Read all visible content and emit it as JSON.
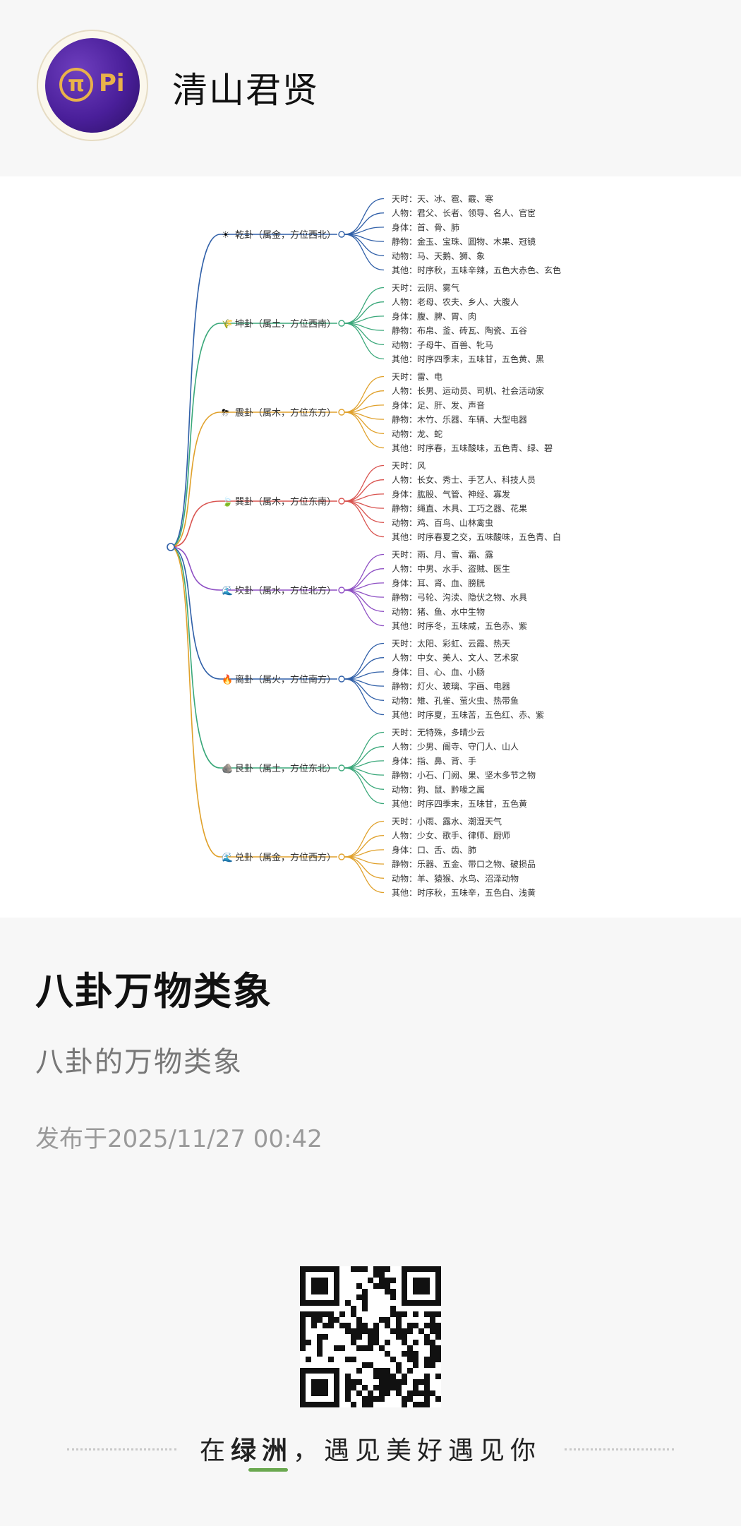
{
  "header": {
    "avatar_text": "Pi",
    "author": "清山君贤"
  },
  "article": {
    "title": "八卦万物类象",
    "subtitle": "八卦的万物类象",
    "published": "发布于2025/11/27 00:42"
  },
  "footer": {
    "slogan_prefix": "在",
    "slogan_brand": "绿洲",
    "slogan_suffix": "，遇见美好遇见你"
  },
  "mindmap": {
    "branches": [
      {
        "icon": "☀",
        "label": "乾卦（属金，方位西北）",
        "color": "#2f5fa8",
        "items": [
          "天时：天、冰、雹、霰、寒",
          "人物：君父、长者、领导、名人、官宦",
          "身体：首、骨、肺",
          "静物：金玉、宝珠、圆物、木果、冠镜",
          "动物：马、天鹅、狮、象",
          "其他：时序秋，五味辛辣，五色大赤色、玄色"
        ]
      },
      {
        "icon": "🌾",
        "label": "坤卦（属土，方位西南）",
        "color": "#3aa87a",
        "items": [
          "天时：云阴、雾气",
          "人物：老母、农夫、乡人、大腹人",
          "身体：腹、脾、胃、肉",
          "静物：布帛、釜、砖瓦、陶瓷、五谷",
          "动物：子母牛、百兽、牝马",
          "其他：时序四季末，五味甘，五色黄、黑"
        ]
      },
      {
        "icon": "⛈",
        "label": "震卦（属木，方位东方）",
        "color": "#e0a12b",
        "items": [
          "天时：雷、电",
          "人物：长男、运动员、司机、社会活动家",
          "身体：足、肝、发、声音",
          "静物：木竹、乐器、车辆、大型电器",
          "动物：龙、蛇",
          "其他：时序春，五味酸味，五色青、绿、碧"
        ]
      },
      {
        "icon": "🍃",
        "label": "巽卦（属木，方位东南）",
        "color": "#d9534f",
        "items": [
          "天时：风",
          "人物：长女、秀士、手艺人、科技人员",
          "身体：肱股、气管、神经、寡发",
          "静物：绳直、木具、工巧之器、花果",
          "动物：鸡、百鸟、山林禽虫",
          "其他：时序春夏之交，五味酸味，五色青、白"
        ]
      },
      {
        "icon": "🌊",
        "label": "坎卦（属水，方位北方）",
        "color": "#8e4fc4",
        "items": [
          "天时：雨、月、雪、霜、露",
          "人物：中男、水手、盗贼、医生",
          "身体：耳、肾、血、膀胱",
          "静物：弓轮、沟渎、隐伏之物、水具",
          "动物：猪、鱼、水中生物",
          "其他：时序冬，五味咸，五色赤、紫"
        ]
      },
      {
        "icon": "🔥",
        "label": "离卦（属火，方位南方）",
        "color": "#2f5fa8",
        "items": [
          "天时：太阳、彩虹、云霞、热天",
          "人物：中女、美人、文人、艺术家",
          "身体：目、心、血、小肠",
          "静物：灯火、玻璃、字画、电器",
          "动物：雉、孔雀、萤火虫、热带鱼",
          "其他：时序夏，五味苦，五色红、赤、紫"
        ]
      },
      {
        "icon": "🪨",
        "label": "艮卦（属土，方位东北）",
        "color": "#3aa87a",
        "items": [
          "天时：无特殊，多晴少云",
          "人物：少男、阍寺、守门人、山人",
          "身体：指、鼻、背、手",
          "静物：小石、门阙、果、坚木多节之物",
          "动物：狗、鼠、黔喙之属",
          "其他：时序四季末，五味甘，五色黄"
        ]
      },
      {
        "icon": "🌊",
        "label": "兑卦（属金，方位西方）",
        "color": "#e0a12b",
        "items": [
          "天时：小雨、露水、潮湿天气",
          "人物：少女、歌手、律师、厨师",
          "身体：口、舌、齿、肺",
          "静物：乐器、五金、带口之物、破损品",
          "动物：羊、猿猴、水鸟、沼泽动物",
          "其他：时序秋，五味辛，五色白、浅黄"
        ]
      }
    ]
  }
}
